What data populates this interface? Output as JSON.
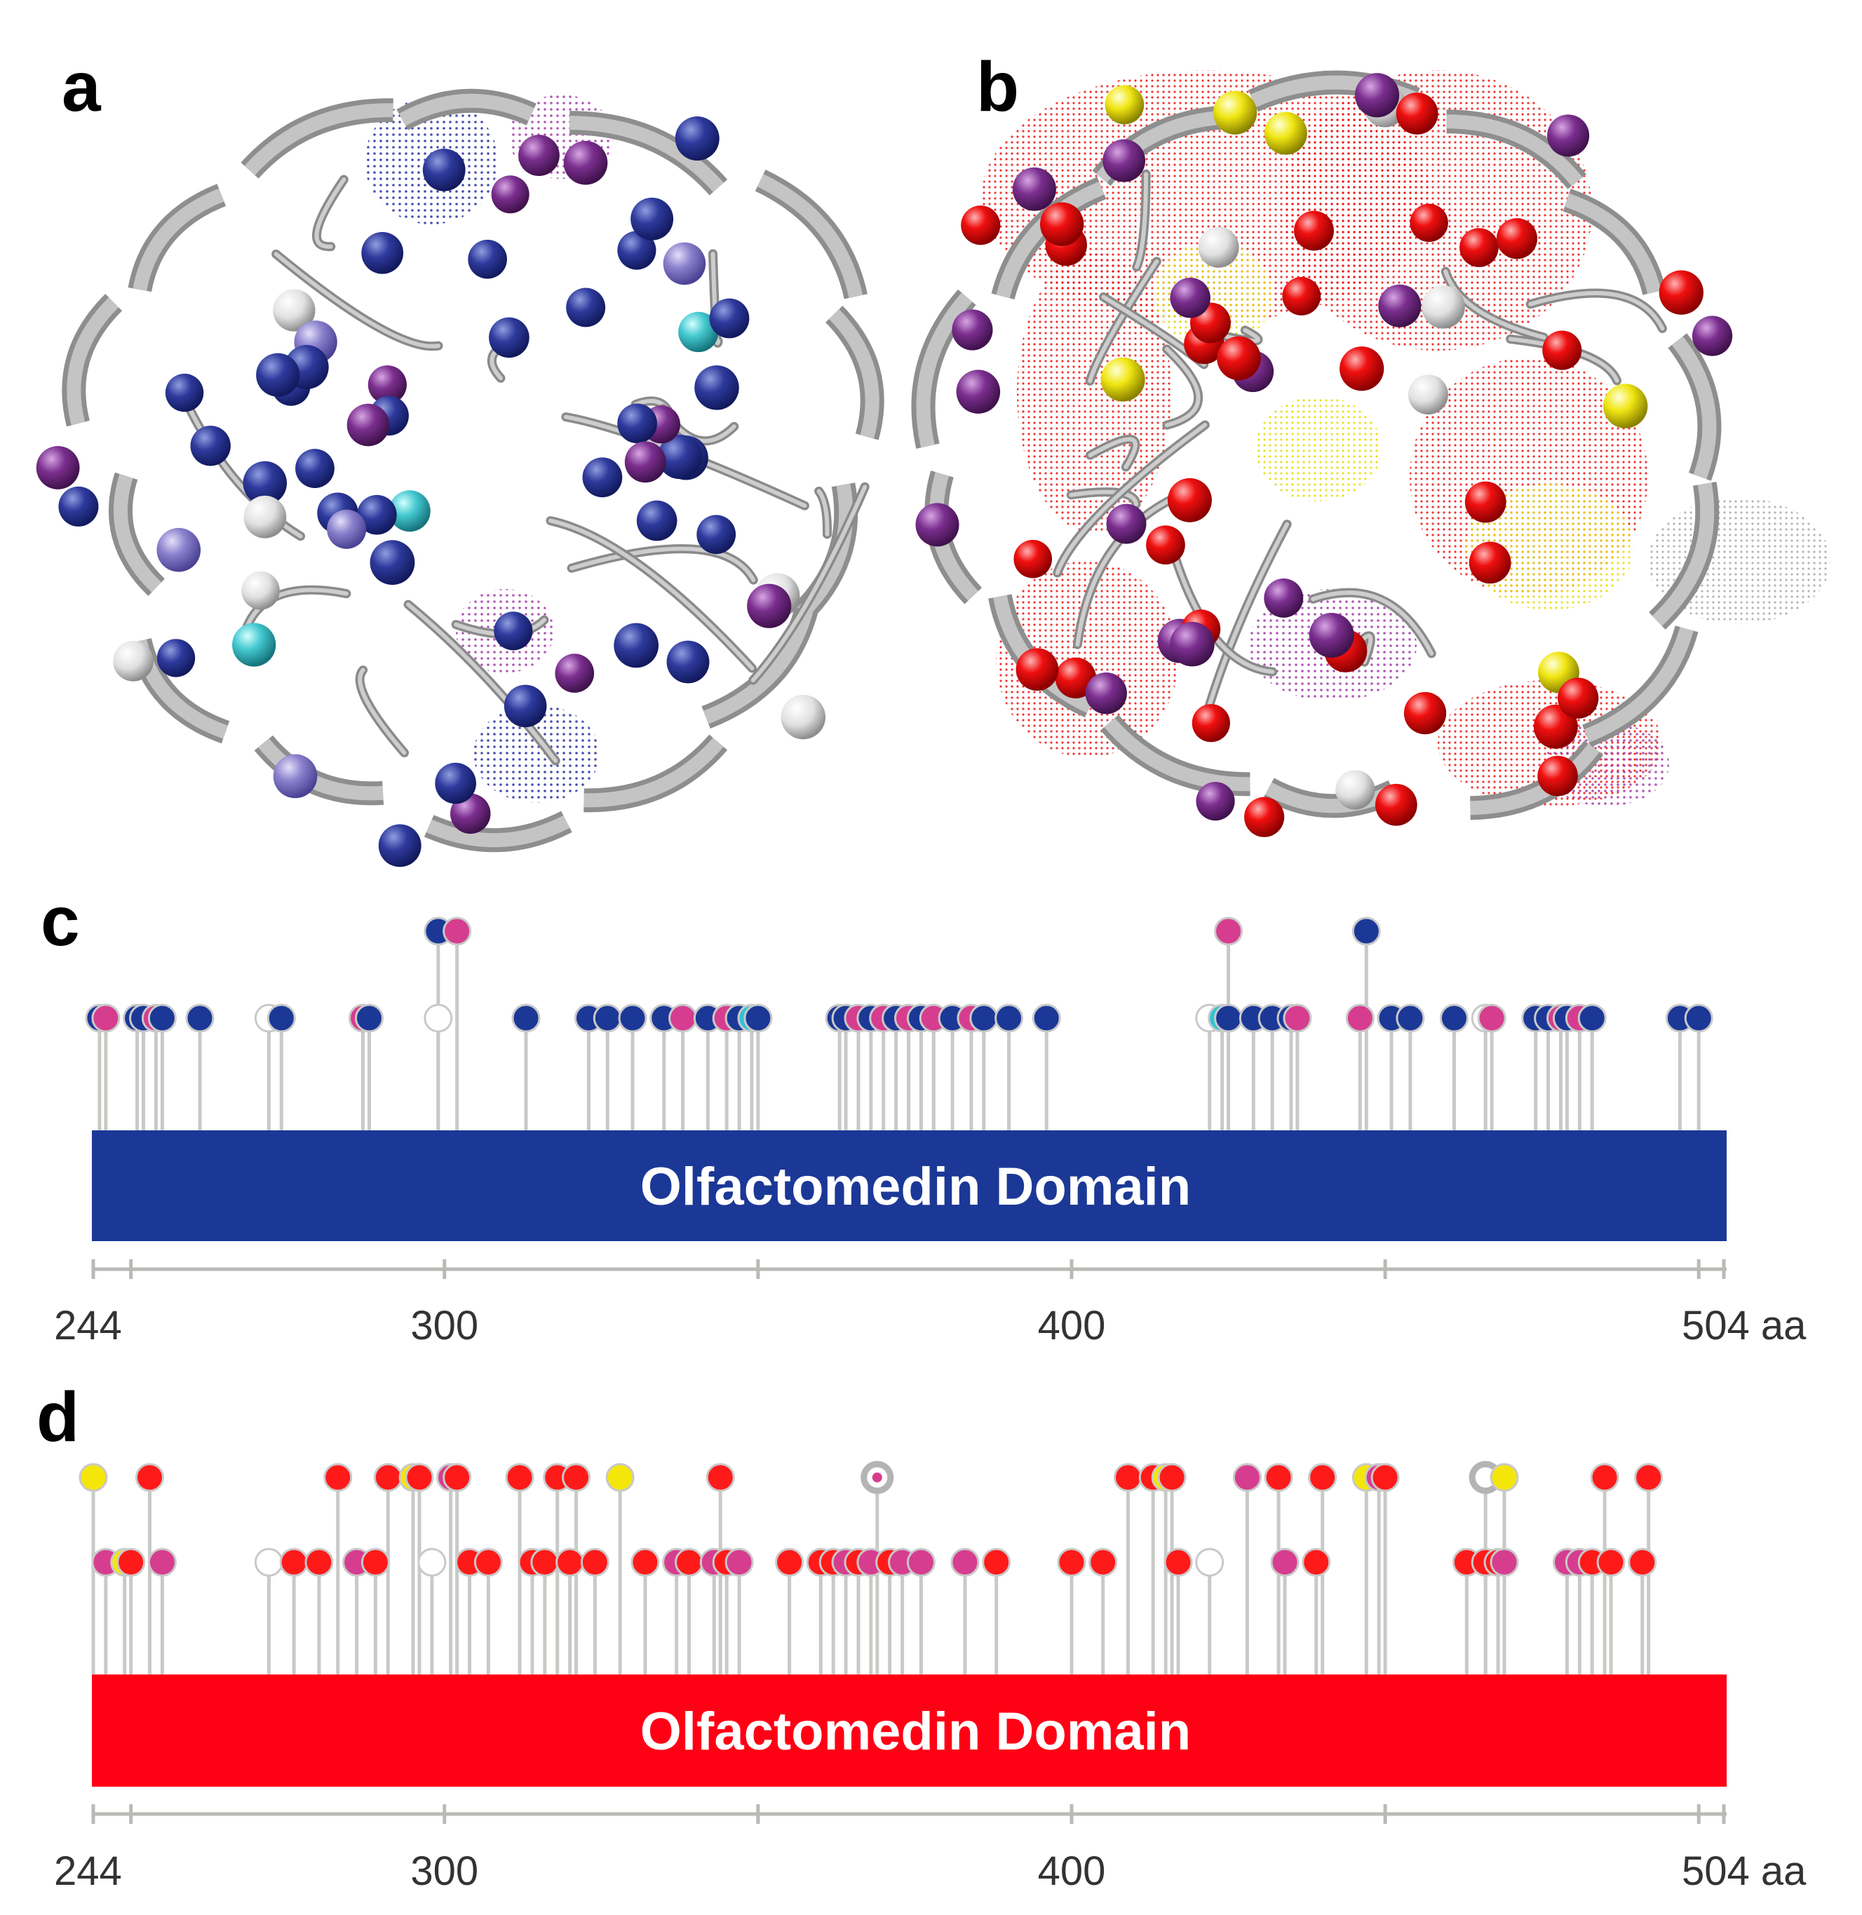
{
  "panels": {
    "a": {
      "letter": "a"
    },
    "b": {
      "letter": "b"
    },
    "c": {
      "letter": "c"
    },
    "d": {
      "letter": "d"
    }
  },
  "colors": {
    "navy": "#1b3896",
    "magenta": "#d63d8f",
    "cyan": "#2ec4d6",
    "white": "#ffffff",
    "red": "#ff1a1a",
    "yellow": "#f5e60a",
    "stem": "#c8cac6",
    "axis": "#b9b9b6",
    "domain_c": "#1b3896",
    "domain_d": "#ff0015",
    "ribbon": "#9c9c9c",
    "sphere_purple": "#7b2f8f",
    "sphere_violet": "#9a86d0",
    "sphere_gray": "#e0e0e0"
  },
  "structures": {
    "a": {
      "label": "a",
      "palette": [
        "navy",
        "purple",
        "violet",
        "white",
        "cyan"
      ]
    },
    "b": {
      "label": "b",
      "palette": [
        "red",
        "purple",
        "yellow",
        "white"
      ]
    }
  },
  "chart_data": [
    {
      "type": "lollipop",
      "panel": "c",
      "domain_label": "Olfactomedin Domain",
      "domain_range": [
        244,
        504
      ],
      "unit": "aa",
      "ticks": [
        244,
        250,
        300,
        350,
        400,
        450,
        500,
        504
      ],
      "tick_labels": [
        {
          "value": 244,
          "text": "244"
        },
        {
          "value": 300,
          "text": "300"
        },
        {
          "value": 400,
          "text": "400"
        },
        {
          "value": 504,
          "text": "504",
          "suffix": " aa"
        }
      ],
      "variants": [
        {
          "pos": 245,
          "row": 1,
          "color": "navy"
        },
        {
          "pos": 246,
          "row": 1,
          "color": "magenta"
        },
        {
          "pos": 251,
          "row": 1,
          "color": "navy"
        },
        {
          "pos": 252,
          "row": 1,
          "color": "navy"
        },
        {
          "pos": 254,
          "row": 1,
          "color": "magenta"
        },
        {
          "pos": 255,
          "row": 1,
          "color": "navy"
        },
        {
          "pos": 261,
          "row": 1,
          "color": "navy"
        },
        {
          "pos": 272,
          "row": 1,
          "color": "white"
        },
        {
          "pos": 274,
          "row": 1,
          "color": "navy"
        },
        {
          "pos": 287,
          "row": 1,
          "color": "magenta"
        },
        {
          "pos": 288,
          "row": 1,
          "color": "navy"
        },
        {
          "pos": 299,
          "row": 1,
          "color": "white"
        },
        {
          "pos": 299,
          "row": 0,
          "color": "navy"
        },
        {
          "pos": 302,
          "row": 0,
          "color": "magenta"
        },
        {
          "pos": 313,
          "row": 1,
          "color": "navy"
        },
        {
          "pos": 323,
          "row": 1,
          "color": "navy"
        },
        {
          "pos": 326,
          "row": 1,
          "color": "navy"
        },
        {
          "pos": 330,
          "row": 1,
          "color": "navy"
        },
        {
          "pos": 335,
          "row": 1,
          "color": "navy"
        },
        {
          "pos": 338,
          "row": 1,
          "color": "magenta"
        },
        {
          "pos": 342,
          "row": 1,
          "color": "navy"
        },
        {
          "pos": 345,
          "row": 1,
          "color": "magenta"
        },
        {
          "pos": 347,
          "row": 1,
          "color": "navy"
        },
        {
          "pos": 349,
          "row": 1,
          "color": "cyan"
        },
        {
          "pos": 350,
          "row": 1,
          "color": "navy"
        },
        {
          "pos": 363,
          "row": 1,
          "color": "navy"
        },
        {
          "pos": 364,
          "row": 1,
          "color": "navy"
        },
        {
          "pos": 366,
          "row": 1,
          "color": "magenta"
        },
        {
          "pos": 368,
          "row": 1,
          "color": "navy"
        },
        {
          "pos": 370,
          "row": 1,
          "color": "magenta"
        },
        {
          "pos": 372,
          "row": 1,
          "color": "navy"
        },
        {
          "pos": 374,
          "row": 1,
          "color": "magenta"
        },
        {
          "pos": 376,
          "row": 1,
          "color": "navy"
        },
        {
          "pos": 378,
          "row": 1,
          "color": "magenta"
        },
        {
          "pos": 381,
          "row": 1,
          "color": "navy"
        },
        {
          "pos": 384,
          "row": 1,
          "color": "magenta"
        },
        {
          "pos": 386,
          "row": 1,
          "color": "navy"
        },
        {
          "pos": 390,
          "row": 1,
          "color": "navy"
        },
        {
          "pos": 396,
          "row": 1,
          "color": "navy"
        },
        {
          "pos": 422,
          "row": 1,
          "color": "white"
        },
        {
          "pos": 424,
          "row": 1,
          "color": "cyan"
        },
        {
          "pos": 425,
          "row": 1,
          "color": "navy"
        },
        {
          "pos": 425,
          "row": 0,
          "color": "magenta"
        },
        {
          "pos": 429,
          "row": 1,
          "color": "navy"
        },
        {
          "pos": 432,
          "row": 1,
          "color": "navy"
        },
        {
          "pos": 435,
          "row": 1,
          "color": "navy"
        },
        {
          "pos": 436,
          "row": 1,
          "color": "magenta"
        },
        {
          "pos": 446,
          "row": 1,
          "color": "magenta"
        },
        {
          "pos": 447,
          "row": 0,
          "color": "navy"
        },
        {
          "pos": 451,
          "row": 1,
          "color": "navy"
        },
        {
          "pos": 454,
          "row": 1,
          "color": "navy"
        },
        {
          "pos": 461,
          "row": 1,
          "color": "navy"
        },
        {
          "pos": 466,
          "row": 1,
          "color": "white"
        },
        {
          "pos": 467,
          "row": 1,
          "color": "magenta"
        },
        {
          "pos": 474,
          "row": 1,
          "color": "navy"
        },
        {
          "pos": 476,
          "row": 1,
          "color": "navy"
        },
        {
          "pos": 478,
          "row": 1,
          "color": "magenta"
        },
        {
          "pos": 479,
          "row": 1,
          "color": "navy"
        },
        {
          "pos": 481,
          "row": 1,
          "color": "magenta"
        },
        {
          "pos": 483,
          "row": 1,
          "color": "navy"
        },
        {
          "pos": 497,
          "row": 1,
          "color": "navy"
        },
        {
          "pos": 500,
          "row": 1,
          "color": "navy"
        }
      ]
    },
    {
      "type": "lollipop",
      "panel": "d",
      "domain_label": "Olfactomedin Domain",
      "domain_range": [
        244,
        504
      ],
      "unit": "aa",
      "ticks": [
        244,
        250,
        300,
        350,
        400,
        450,
        500,
        504
      ],
      "tick_labels": [
        {
          "value": 244,
          "text": "244"
        },
        {
          "value": 300,
          "text": "300"
        },
        {
          "value": 400,
          "text": "400"
        },
        {
          "value": 504,
          "text": "504",
          "suffix": " aa"
        }
      ],
      "variants": [
        {
          "pos": 244,
          "row": 0,
          "color": "yellow"
        },
        {
          "pos": 246,
          "row": 1,
          "color": "magenta"
        },
        {
          "pos": 249,
          "row": 1,
          "color": "yellow"
        },
        {
          "pos": 250,
          "row": 1,
          "color": "red"
        },
        {
          "pos": 253,
          "row": 0,
          "color": "red"
        },
        {
          "pos": 255,
          "row": 1,
          "color": "magenta"
        },
        {
          "pos": 272,
          "row": 1,
          "color": "white"
        },
        {
          "pos": 276,
          "row": 1,
          "color": "red"
        },
        {
          "pos": 280,
          "row": 1,
          "color": "red"
        },
        {
          "pos": 283,
          "row": 0,
          "color": "red"
        },
        {
          "pos": 286,
          "row": 1,
          "color": "magenta"
        },
        {
          "pos": 289,
          "row": 1,
          "color": "red"
        },
        {
          "pos": 291,
          "row": 0,
          "color": "red"
        },
        {
          "pos": 295,
          "row": 0,
          "color": "yellow"
        },
        {
          "pos": 296,
          "row": 0,
          "color": "red"
        },
        {
          "pos": 298,
          "row": 1,
          "color": "white"
        },
        {
          "pos": 301,
          "row": 0,
          "color": "magenta"
        },
        {
          "pos": 302,
          "row": 0,
          "color": "red"
        },
        {
          "pos": 304,
          "row": 1,
          "color": "red"
        },
        {
          "pos": 307,
          "row": 1,
          "color": "red"
        },
        {
          "pos": 312,
          "row": 0,
          "color": "red"
        },
        {
          "pos": 314,
          "row": 1,
          "color": "red"
        },
        {
          "pos": 316,
          "row": 1,
          "color": "red"
        },
        {
          "pos": 318,
          "row": 0,
          "color": "red"
        },
        {
          "pos": 320,
          "row": 1,
          "color": "red"
        },
        {
          "pos": 321,
          "row": 0,
          "color": "red"
        },
        {
          "pos": 324,
          "row": 1,
          "color": "red"
        },
        {
          "pos": 328,
          "row": 0,
          "color": "yellow"
        },
        {
          "pos": 332,
          "row": 1,
          "color": "red"
        },
        {
          "pos": 337,
          "row": 1,
          "color": "magenta"
        },
        {
          "pos": 339,
          "row": 1,
          "color": "red"
        },
        {
          "pos": 343,
          "row": 1,
          "color": "magenta"
        },
        {
          "pos": 344,
          "row": 0,
          "color": "red"
        },
        {
          "pos": 345,
          "row": 1,
          "color": "red"
        },
        {
          "pos": 347,
          "row": 1,
          "color": "magenta"
        },
        {
          "pos": 355,
          "row": 1,
          "color": "red"
        },
        {
          "pos": 360,
          "row": 1,
          "color": "red"
        },
        {
          "pos": 362,
          "row": 1,
          "color": "red"
        },
        {
          "pos": 364,
          "row": 1,
          "color": "magenta"
        },
        {
          "pos": 366,
          "row": 1,
          "color": "red"
        },
        {
          "pos": 368,
          "row": 1,
          "color": "magenta"
        },
        {
          "pos": 369,
          "row": 0,
          "color": "magenta",
          "ring": "gray"
        },
        {
          "pos": 371,
          "row": 1,
          "color": "red"
        },
        {
          "pos": 373,
          "row": 1,
          "color": "magenta"
        },
        {
          "pos": 376,
          "row": 1,
          "color": "magenta"
        },
        {
          "pos": 383,
          "row": 1,
          "color": "magenta"
        },
        {
          "pos": 388,
          "row": 1,
          "color": "red"
        },
        {
          "pos": 400,
          "row": 1,
          "color": "red"
        },
        {
          "pos": 405,
          "row": 1,
          "color": "red"
        },
        {
          "pos": 409,
          "row": 0,
          "color": "red"
        },
        {
          "pos": 413,
          "row": 0,
          "color": "red"
        },
        {
          "pos": 415,
          "row": 0,
          "color": "yellow"
        },
        {
          "pos": 416,
          "row": 0,
          "color": "red"
        },
        {
          "pos": 417,
          "row": 1,
          "color": "red"
        },
        {
          "pos": 422,
          "row": 1,
          "color": "white"
        },
        {
          "pos": 428,
          "row": 0,
          "color": "magenta"
        },
        {
          "pos": 433,
          "row": 0,
          "color": "red"
        },
        {
          "pos": 434,
          "row": 1,
          "color": "magenta"
        },
        {
          "pos": 439,
          "row": 1,
          "color": "red"
        },
        {
          "pos": 440,
          "row": 0,
          "color": "red"
        },
        {
          "pos": 447,
          "row": 0,
          "color": "yellow"
        },
        {
          "pos": 449,
          "row": 0,
          "color": "magenta"
        },
        {
          "pos": 450,
          "row": 0,
          "color": "red"
        },
        {
          "pos": 463,
          "row": 1,
          "color": "red"
        },
        {
          "pos": 466,
          "row": 1,
          "color": "red"
        },
        {
          "pos": 466,
          "row": 0,
          "color": "white",
          "ring": "gray"
        },
        {
          "pos": 468,
          "row": 1,
          "color": "red"
        },
        {
          "pos": 469,
          "row": 0,
          "color": "yellow"
        },
        {
          "pos": 469,
          "row": 1,
          "color": "magenta"
        },
        {
          "pos": 479,
          "row": 1,
          "color": "magenta"
        },
        {
          "pos": 481,
          "row": 1,
          "color": "magenta"
        },
        {
          "pos": 483,
          "row": 1,
          "color": "red"
        },
        {
          "pos": 485,
          "row": 0,
          "color": "red"
        },
        {
          "pos": 486,
          "row": 1,
          "color": "red"
        },
        {
          "pos": 491,
          "row": 1,
          "color": "red"
        },
        {
          "pos": 492,
          "row": 0,
          "color": "red"
        }
      ]
    }
  ]
}
